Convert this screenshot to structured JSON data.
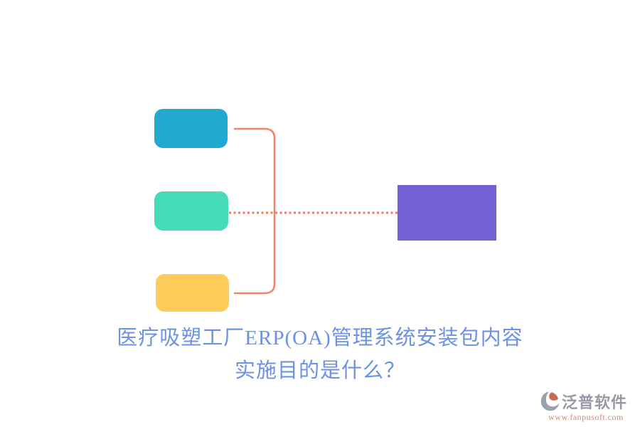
{
  "canvas": {
    "background": "#ffffff"
  },
  "diagram": {
    "nodes": [
      {
        "id": "top-left-node",
        "color": "#21AACF"
      },
      {
        "id": "middle-left-node",
        "color": "#45DCBA"
      },
      {
        "id": "bottom-left-node",
        "color": "#FFCB5B"
      },
      {
        "id": "right-node",
        "color": "#7560D7"
      }
    ],
    "bracket_connector_color": "#F0826E",
    "dotted_connector_color": "#F2795E"
  },
  "title": {
    "line1": "医疗吸塑工厂ERP(OA)管理系统安装包内容",
    "line2": "实施目的是什么？",
    "color": "#6C92E2"
  },
  "logo": {
    "name": "泛普软件",
    "url": "www.fanpusoft.com",
    "name_color": "#9799A5",
    "url_color": "#D9857A",
    "icon_gray": "#9AA0AE",
    "icon_orange": "#C96A4F"
  }
}
